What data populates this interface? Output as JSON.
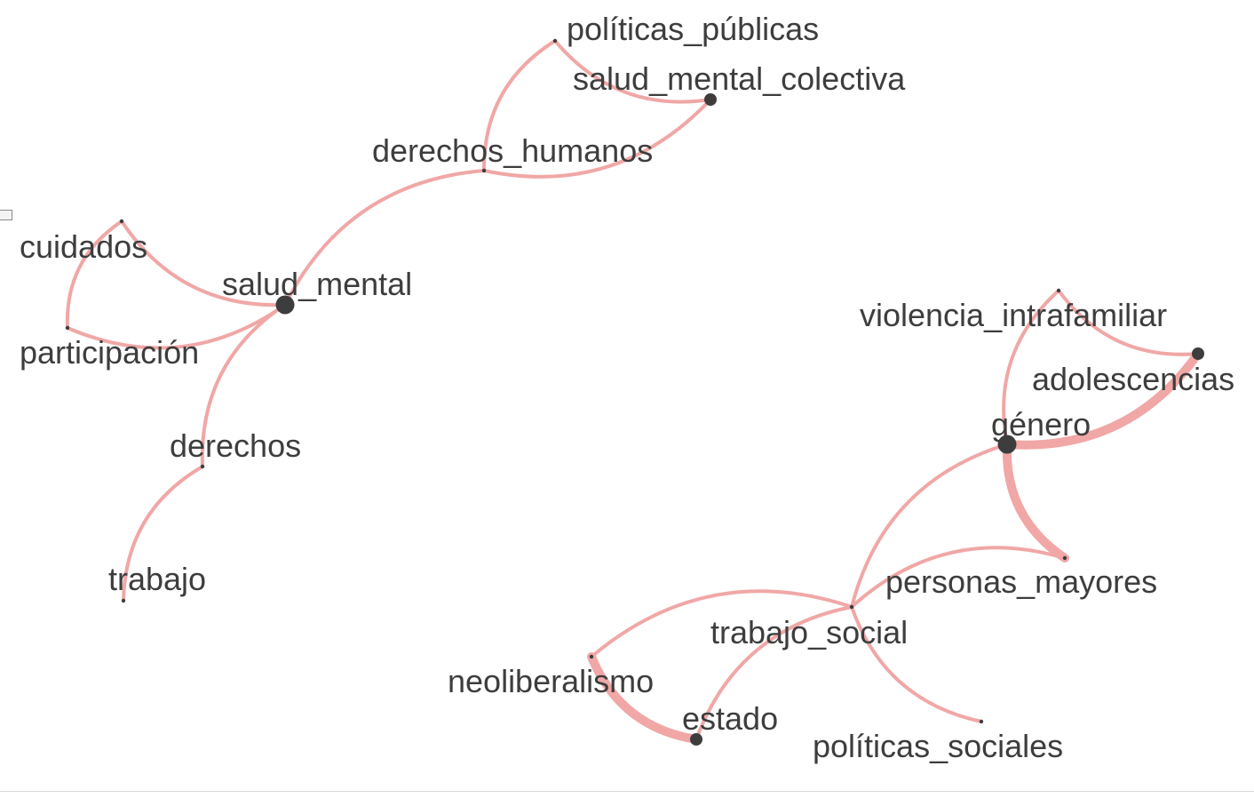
{
  "graph": {
    "edge_color": "#f0a7a6",
    "node_color": "#3d3d3d",
    "nodes": [
      {
        "id": "politicas_publicas",
        "label": "políticas_públicas",
        "weight": 1
      },
      {
        "id": "salud_mental_colectiva",
        "label": "salud_mental_colectiva",
        "weight": 2
      },
      {
        "id": "derechos_humanos",
        "label": "derechos_humanos",
        "weight": 1
      },
      {
        "id": "cuidados",
        "label": "cuidados",
        "weight": 1
      },
      {
        "id": "salud_mental",
        "label": "salud_mental",
        "weight": 3
      },
      {
        "id": "participacion",
        "label": "participación",
        "weight": 1
      },
      {
        "id": "derechos",
        "label": "derechos",
        "weight": 1
      },
      {
        "id": "trabajo",
        "label": "trabajo",
        "weight": 1
      },
      {
        "id": "violencia_intrafamiliar",
        "label": "violencia_intrafamiliar",
        "weight": 1
      },
      {
        "id": "adolescencias",
        "label": "adolescencias",
        "weight": 2
      },
      {
        "id": "genero",
        "label": "género",
        "weight": 3
      },
      {
        "id": "personas_mayores",
        "label": "personas_mayores",
        "weight": 1
      },
      {
        "id": "trabajo_social",
        "label": "trabajo_social",
        "weight": 1
      },
      {
        "id": "neoliberalismo",
        "label": "neoliberalismo",
        "weight": 1
      },
      {
        "id": "estado",
        "label": "estado",
        "weight": 2
      },
      {
        "id": "politicas_sociales",
        "label": "políticas_sociales",
        "weight": 1
      }
    ],
    "edges": [
      {
        "source": "politicas_publicas",
        "target": "salud_mental_colectiva",
        "weight": 1
      },
      {
        "source": "politicas_publicas",
        "target": "derechos_humanos",
        "weight": 1
      },
      {
        "source": "derechos_humanos",
        "target": "salud_mental_colectiva",
        "weight": 1
      },
      {
        "source": "derechos_humanos",
        "target": "salud_mental",
        "weight": 1
      },
      {
        "source": "cuidados",
        "target": "salud_mental",
        "weight": 1
      },
      {
        "source": "cuidados",
        "target": "participacion",
        "weight": 1
      },
      {
        "source": "participacion",
        "target": "salud_mental",
        "weight": 1
      },
      {
        "source": "salud_mental",
        "target": "derechos",
        "weight": 1
      },
      {
        "source": "derechos",
        "target": "trabajo",
        "weight": 1
      },
      {
        "source": "violencia_intrafamiliar",
        "target": "adolescencias",
        "weight": 1
      },
      {
        "source": "violencia_intrafamiliar",
        "target": "genero",
        "weight": 1
      },
      {
        "source": "genero",
        "target": "adolescencias",
        "weight": 3
      },
      {
        "source": "genero",
        "target": "personas_mayores",
        "weight": 3
      },
      {
        "source": "genero",
        "target": "trabajo_social",
        "weight": 1
      },
      {
        "source": "personas_mayores",
        "target": "trabajo_social",
        "weight": 1
      },
      {
        "source": "trabajo_social",
        "target": "neoliberalismo",
        "weight": 1
      },
      {
        "source": "trabajo_social",
        "target": "estado",
        "weight": 1
      },
      {
        "source": "trabajo_social",
        "target": "politicas_sociales",
        "weight": 1
      },
      {
        "source": "neoliberalismo",
        "target": "estado",
        "weight": 3
      }
    ]
  }
}
